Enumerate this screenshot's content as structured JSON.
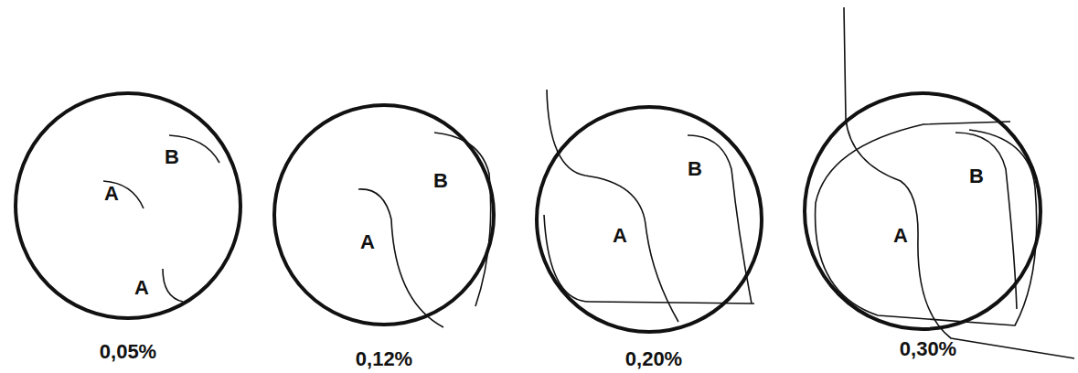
{
  "diagram": {
    "nodes": [
      {
        "text": [
          "B",
          "A",
          "A"
        ]
      },
      {
        "text": [
          "B",
          "A"
        ]
      },
      {
        "text": [
          "B",
          "A"
        ]
      },
      {
        "text": [
          "B",
          "A"
        ]
      }
    ],
    "labels": [
      "0,05%",
      "0,12%",
      "0,20%",
      "0,30%"
    ]
  }
}
